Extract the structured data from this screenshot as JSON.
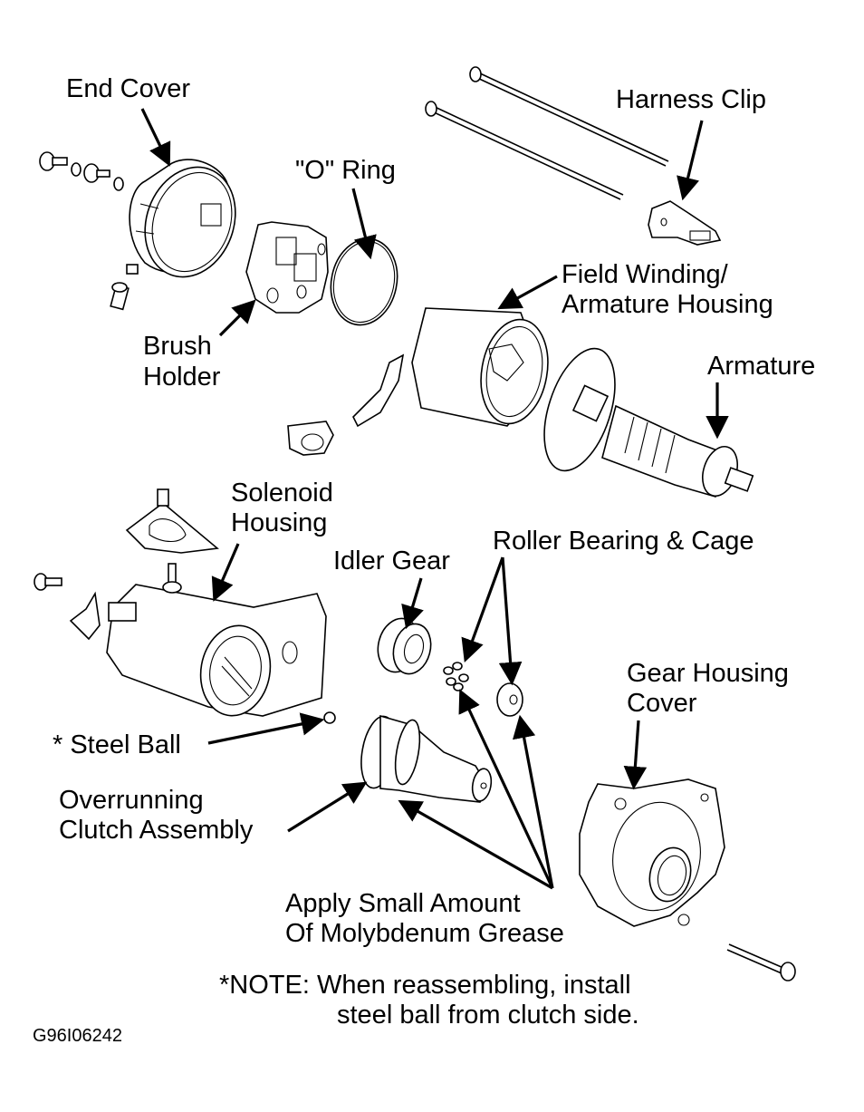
{
  "diagram": {
    "type": "exploded-view",
    "subject": "starter motor components",
    "labels": {
      "end_cover": "End Cover",
      "o_ring": "\"O\" Ring",
      "harness_clip": "Harness Clip",
      "brush_holder_1": "Brush",
      "brush_holder_2": "Holder",
      "field_winding_1": "Field Winding/",
      "field_winding_2": "Armature Housing",
      "armature": "Armature",
      "solenoid_1": "Solenoid",
      "solenoid_2": "Housing",
      "idler_gear": "Idler Gear",
      "roller_bearing": "Roller Bearing & Cage",
      "gear_housing_1": "Gear Housing",
      "gear_housing_2": "Cover",
      "steel_ball": "* Steel Ball",
      "clutch_1": "Overrunning",
      "clutch_2": "Clutch Assembly",
      "grease_1": "Apply Small Amount",
      "grease_2": "Of Molybdenum Grease"
    },
    "note": {
      "marker": "*",
      "prefix": "NOTE:",
      "line1": "When reassembling, install",
      "line2": "steel ball from clutch side."
    },
    "figure_code": "G96I06242"
  }
}
